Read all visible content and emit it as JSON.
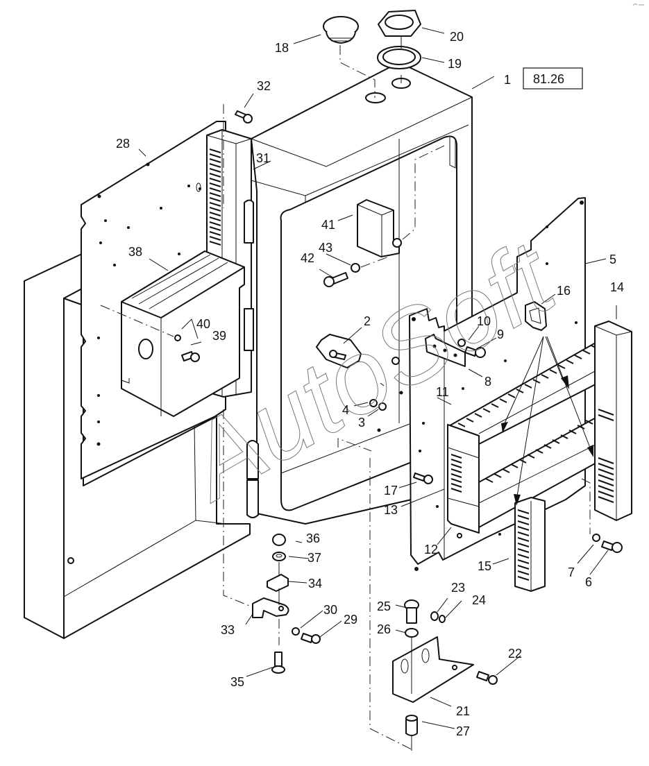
{
  "diagram": {
    "type": "exploded-parts-diagram",
    "reference_box": "81.26",
    "watermark": "AutoSoft",
    "corner_icon": "small-grey-mark-icon",
    "callouts": {
      "c1": "1",
      "c2": "2",
      "c3": "3",
      "c4": "4",
      "c5": "5",
      "c6": "6",
      "c7": "7",
      "c8": "8",
      "c9": "9",
      "c10": "10",
      "c11": "11",
      "c12": "12",
      "c13": "13",
      "c14": "14",
      "c15": "15",
      "c16": "16",
      "c17": "17",
      "c18": "18",
      "c19": "19",
      "c20": "20",
      "c21": "21",
      "c22": "22",
      "c23": "23",
      "c24": "24",
      "c25": "25",
      "c26": "26",
      "c27": "27",
      "c28": "28",
      "c29": "29",
      "c30": "30",
      "c31": "31",
      "c32": "32",
      "c33": "33",
      "c34": "34",
      "c35": "35",
      "c36": "36",
      "c37": "37",
      "c38": "38",
      "c39": "39",
      "c40": "40",
      "c41": "41",
      "c42": "42",
      "c43": "43"
    }
  }
}
